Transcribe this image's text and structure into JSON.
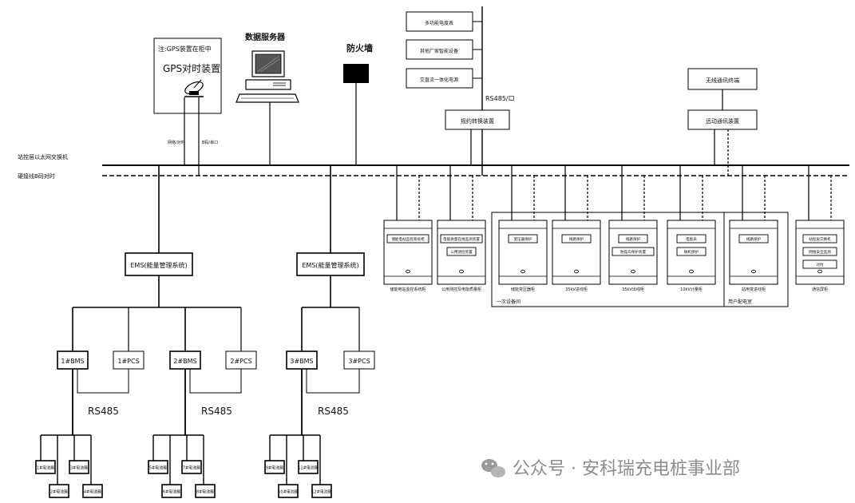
{
  "gps": {
    "note": "注:GPS装置在柜中",
    "title": "GPS对时装置",
    "left_cable": "网络/对时",
    "right_cable": "B码/串口"
  },
  "data_server": "数据服务器",
  "firewall": "防火墙",
  "top_devices": [
    "多功能电度表",
    "其他厂家智能设备",
    "交直流一体化电源"
  ],
  "rs485_top": "RS485/口",
  "protocol_converter": "规约转换装置",
  "wireless_terminal": "无线通讯终端",
  "remote_comm": "远动通讯装置",
  "bus_ethernet": "站控层以太网交换机",
  "bus_bcode": "硬接线B码对时",
  "ems": [
    "EMS(能量管理系统)",
    "EMS(能量管理系统)"
  ],
  "bms_units": [
    "1#BMS",
    "1#PCS",
    "2#BMS",
    "2#PCS",
    "3#BMS",
    "3#PCS"
  ],
  "rs485_labels": [
    "RS485",
    "RS485",
    "RS485"
  ],
  "battery_groups": [
    [
      "1#电池簇",
      "2#电池簇",
      "3#电池簇",
      "4#电池簇"
    ],
    [
      "5#电池簇",
      "6#电池簇",
      "7#电池簇",
      "8#电池簇"
    ],
    [
      "9#电池簇",
      "10#电池簇",
      "11#电池簇",
      "12#电池簇"
    ]
  ],
  "cabinets": [
    {
      "inner": [
        "储能电站监控系统柜"
      ],
      "caption": "储能电站监控系统柜"
    },
    {
      "inner": [
        "电能质量在线监测装置",
        "公用测控装置"
      ],
      "caption": "公用测控及电能质量柜"
    },
    {
      "inner": [
        "变压器保护"
      ],
      "caption": "储能变压器柜"
    },
    {
      "inner": [
        "线路保护"
      ],
      "caption": "35kV进线柜"
    },
    {
      "inner": [
        "线路保护",
        "防孤岛保护装置"
      ],
      "caption": "35kV出线柜"
    },
    {
      "inner": [
        "电能表",
        "微机保护"
      ],
      "caption": "10kV计量柜"
    },
    {
      "inner": [
        "线路保护"
      ],
      "caption": "站用变进线柜"
    },
    {
      "inner": [
        "站控层交换机",
        "网络安全监测",
        "对时"
      ],
      "caption": "通信屏柜"
    }
  ],
  "group_label_1": "一次设备间",
  "group_label_2": "用户配电室",
  "watermark": "公众号 · 安科瑞充电桩事业部"
}
